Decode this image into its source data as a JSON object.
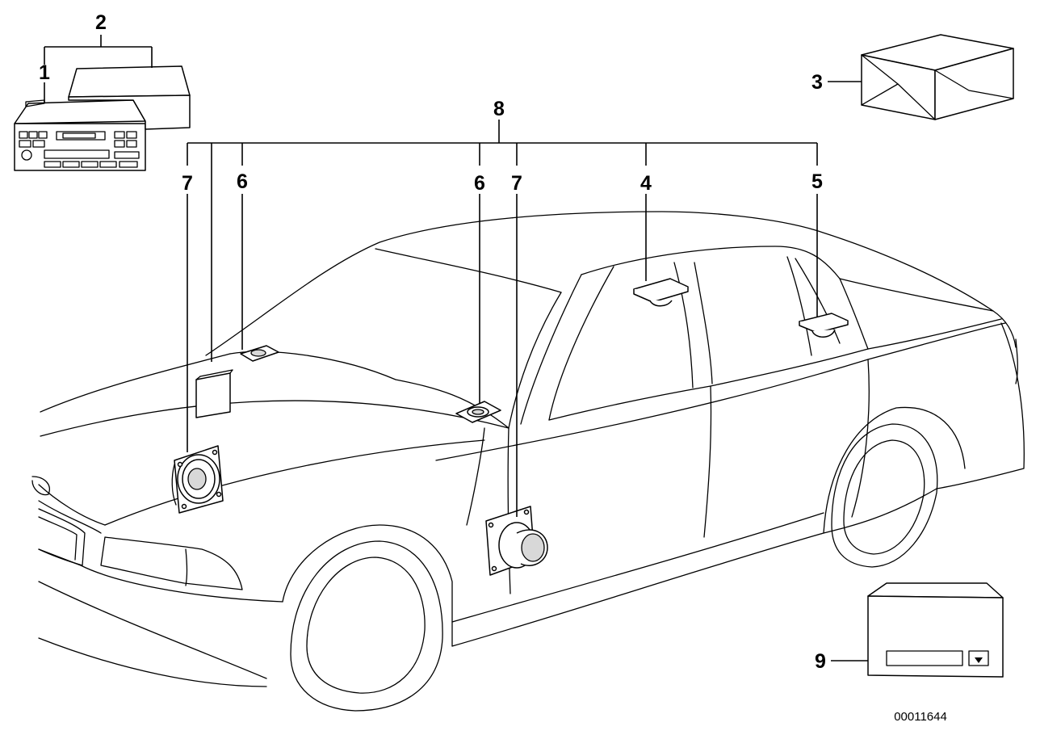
{
  "diagram": {
    "callouts": {
      "c1": "1",
      "c2": "2",
      "c3": "3",
      "c4": "4",
      "c5": "5",
      "c6a": "6",
      "c6b": "6",
      "c7a": "7",
      "c7b": "7",
      "c8": "8",
      "c9": "9"
    },
    "document_number": "00011644"
  }
}
